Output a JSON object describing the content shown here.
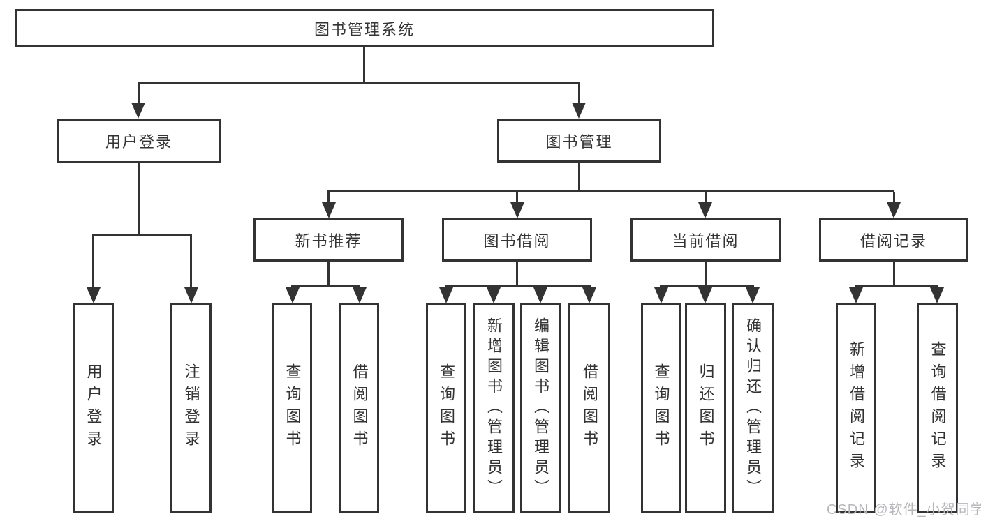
{
  "watermark": {
    "text": "CSDN @软件_小贺同学",
    "color": "#b5b7bb"
  },
  "colors": {
    "line": "#333333",
    "text": "#333333",
    "background": "#ffffff"
  },
  "tree": {
    "label": "图书管理系统",
    "children": [
      {
        "label": "用户登录",
        "children": [
          {
            "label": "用户登录"
          },
          {
            "label": "注销登录"
          }
        ]
      },
      {
        "label": "图书管理",
        "children": [
          {
            "label": "新书推荐",
            "children": [
              {
                "label": "查询图书"
              },
              {
                "label": "借阅图书"
              }
            ]
          },
          {
            "label": "图书借阅",
            "children": [
              {
                "label": "查询图书"
              },
              {
                "label": "新增图书（管理员）"
              },
              {
                "label": "编辑图书（管理员）"
              },
              {
                "label": "借阅图书"
              }
            ]
          },
          {
            "label": "当前借阅",
            "children": [
              {
                "label": "查询图书"
              },
              {
                "label": "归还图书"
              },
              {
                "label": "确认归还（管理员）"
              }
            ]
          },
          {
            "label": "借阅记录",
            "children": [
              {
                "label": "新增借阅记录"
              },
              {
                "label": "查询借阅记录"
              }
            ]
          }
        ]
      }
    ]
  }
}
